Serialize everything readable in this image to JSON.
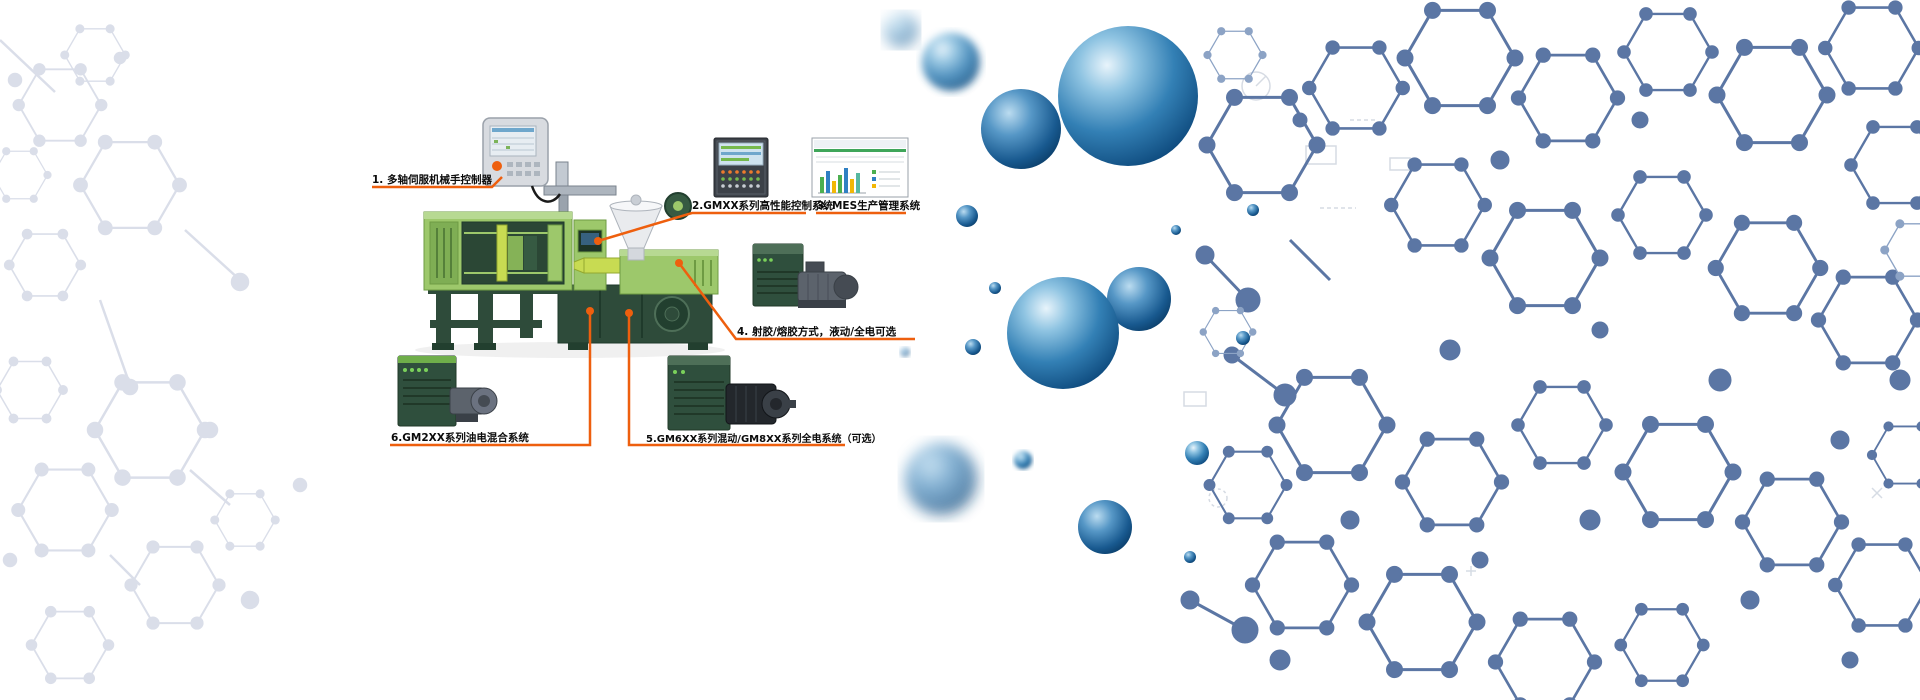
{
  "callouts": [
    {
      "label": "1. 多轴伺服机械手控制器"
    },
    {
      "label": "2.GMXX系列高性能控制系统"
    },
    {
      "label": "3. MES生产管理系统"
    },
    {
      "label": "4. 射胶/熔胶方式，液动/全电可选"
    },
    {
      "label": "5.GM6XX系列混动/GM8XX系列全电系统（可选）"
    },
    {
      "label": "6.GM2XX系列油电混合系统"
    }
  ],
  "colors": {
    "accent_orange": "#EE5F0E",
    "machine_light_green": "#9DC86B",
    "machine_dark_green": "#2E4B3A",
    "barrel_yellow_green": "#C8DB52",
    "molecule_left": "#DADEE9",
    "molecule_right": "#5B76A4",
    "sphere_deep_blue": "#0B4679",
    "sphere_light_blue": "#8FC4E2"
  }
}
